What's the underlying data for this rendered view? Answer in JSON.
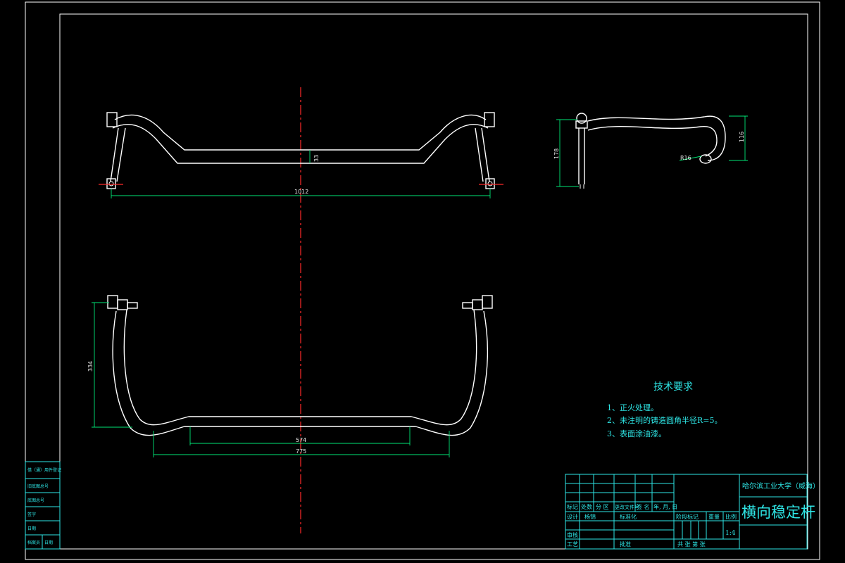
{
  "title_block": {
    "school": "哈尔滨工业大学（威海）",
    "part_name": "横向稳定杆",
    "scale": "1:4",
    "header_row": [
      "标记",
      "处数",
      "分 区",
      "更改文件号",
      "签 名",
      "年, 月, 日"
    ],
    "design_label": "设计",
    "designer_name": "杨锦",
    "standardization_label": "标准化",
    "review_label": "审核",
    "process_label": "工艺",
    "approve_label": "批准",
    "stage_mark_label": "阶段标记",
    "weight_label": "重量",
    "scale_label": "比例",
    "sheets_label": "共    张    第    张"
  },
  "tech_requirements": {
    "heading": "技术要求",
    "items": [
      "1、正火处理。",
      "2、未注明的铸造圆角半径R=5。",
      "3、表面涂油漆。"
    ]
  },
  "side_strip": {
    "cells": [
      "借（通）用件登记",
      "旧底图总号",
      "底图总号",
      "签字",
      "日期"
    ],
    "bottom_left": "档案员",
    "bottom_right": "日期"
  },
  "dimensions": {
    "front_width": "1012",
    "front_dia": "33",
    "side_height": "178",
    "side_height2": "116",
    "side_radius": "R16",
    "top_height": "334",
    "top_inner": "574",
    "top_outer": "775"
  },
  "colors": {
    "title_block": "#2ee6e6",
    "dimension": "#00e676",
    "centerline": "#ff2a2a",
    "geometry": "#ffffff"
  }
}
